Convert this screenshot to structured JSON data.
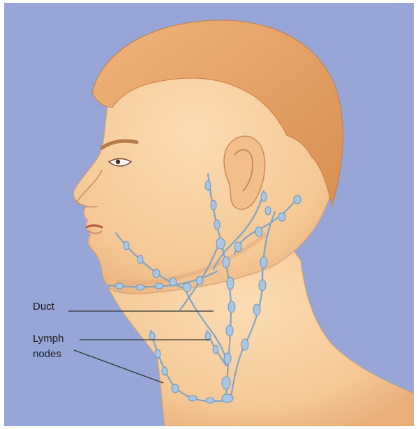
{
  "labels": {
    "duct": "Duct",
    "lymph_line1": "Lymph",
    "lymph_line2": "nodes"
  },
  "colors": {
    "background": "#97a6d6",
    "skin": "#f7d0a0",
    "skin_shadow": "#e8b783",
    "hair": "#e8a86a",
    "lymph_vessel": "#7aa3c8",
    "lymph_node": "#a9c6e2",
    "callout_line": "#333333"
  }
}
